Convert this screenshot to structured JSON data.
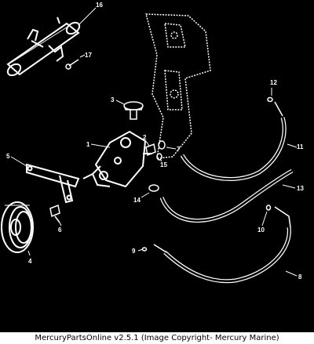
{
  "footer": {
    "text": "MercuryPartsOnline v2.5.1 (Image Copyright- Mercury Marine)"
  },
  "callouts": {
    "c1": "1",
    "c2": "2",
    "c3": "3",
    "c4": "4",
    "c5": "5",
    "c6": "6",
    "c7": "7",
    "c8": "8",
    "c9": "9",
    "c10": "10",
    "c11": "11",
    "c12": "12",
    "c13": "13",
    "c14": "14",
    "c15": "15",
    "c16": "16",
    "c17": "17"
  },
  "colors": {
    "background": "#000000",
    "linework": "#ffffff",
    "footer_bg": "#ffffff",
    "footer_text": "#000000"
  }
}
